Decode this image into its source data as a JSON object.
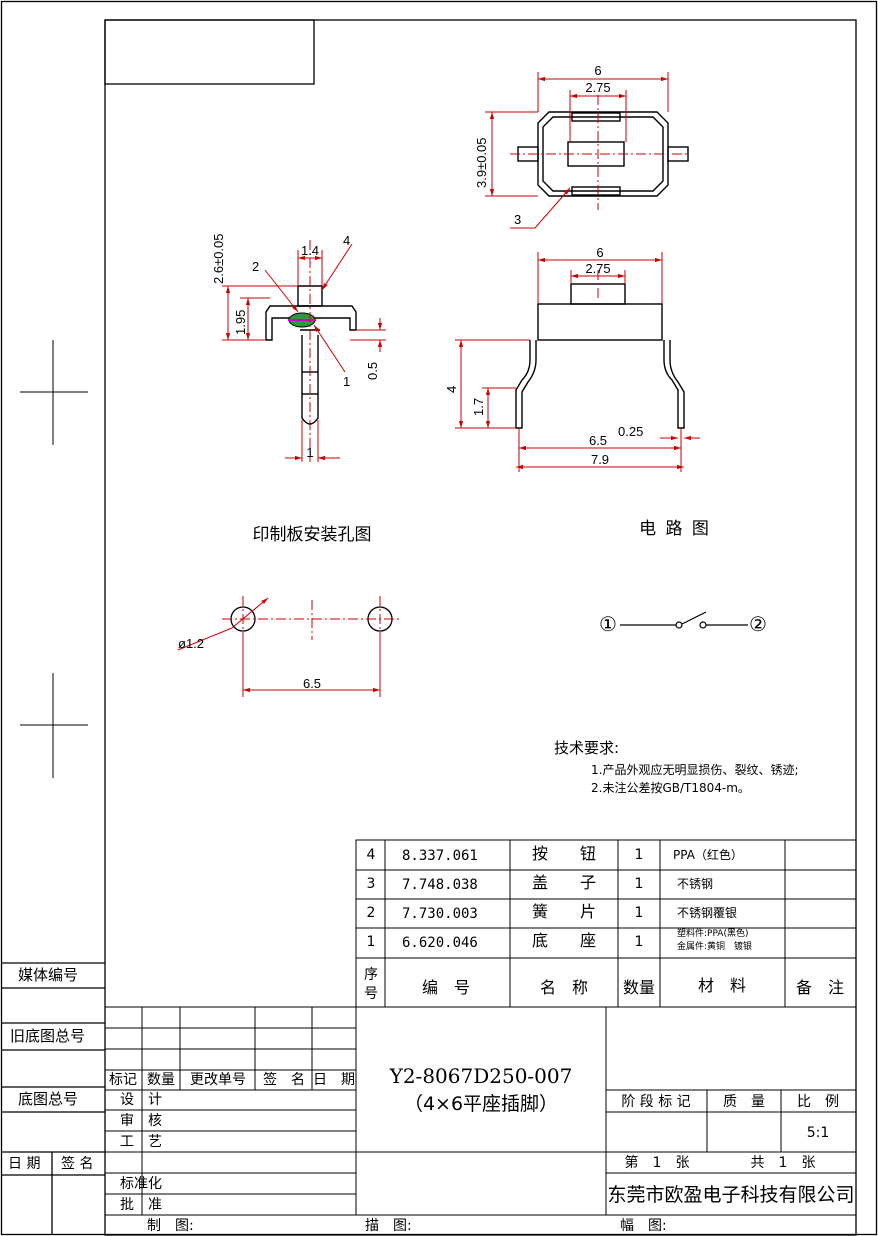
{
  "views": {
    "top": {
      "dim_width": "6",
      "dim_inner": "2.75",
      "dim_height": "3.9±0.05",
      "callout_3": "3"
    },
    "side": {
      "dim_stem": "1.4",
      "dim_cap": "2.6±0.05",
      "dim_body": "1.95",
      "dim_pin": "0.5",
      "dim_pin_width": "1",
      "callout_1": "1",
      "callout_2": "2",
      "callout_4": "4"
    },
    "front": {
      "dim_width": "6",
      "dim_inner": "2.75",
      "dim_height": "4",
      "dim_leg": "1.7",
      "dim_pitch": "6.5",
      "dim_thick": "0.25",
      "dim_overall": "7.9"
    },
    "pcb_title": "印制板安装孔图",
    "circuit_title": "电 路 图",
    "pcb": {
      "dim_hole": "ø1.2",
      "dim_pitch": "6.5"
    },
    "circuit": {
      "node1": "①",
      "node2": "②"
    }
  },
  "tech": {
    "title": "技术要求:",
    "req1": "1.产品外观应无明显损伤、裂纹、锈迹;",
    "req2": "2.未注公差按GB/T1804-m。"
  },
  "bom": {
    "rows": [
      {
        "no": "4",
        "code": "8.337.061",
        "name": "按　　钮",
        "qty": "1",
        "material": "PPA（红色）"
      },
      {
        "no": "3",
        "code": "7.748.038",
        "name": "盖　　子",
        "qty": "1",
        "material": "不锈钢"
      },
      {
        "no": "2",
        "code": "7.730.003",
        "name": "簧　　片",
        "qty": "1",
        "material": "不锈钢覆银"
      },
      {
        "no": "1",
        "code": "6.620.046",
        "name": "底　　座",
        "qty": "1",
        "material_a": "塑料件:PPA(黑色)",
        "material_b": "金属件:黄铜　镀银"
      }
    ],
    "header": {
      "no_a": "序",
      "no_b": "号",
      "code": "编　号",
      "name": "名　称",
      "qty": "数量",
      "material": "材　料",
      "remark": "备　注"
    }
  },
  "title_block": {
    "part_no": "Y2-8067D250-007",
    "part_desc": "（4×6平座插脚）",
    "stage": "阶 段 标 记",
    "mass": "质　量",
    "scale_label": "比　例",
    "scale": "5:1",
    "sheet_no": "第　1　张",
    "sheet_total": "共　1　张",
    "company": "东莞市欧盈电子科技有限公司",
    "rev_headers": [
      "标记",
      "数量",
      "更改单号",
      "签　名",
      "日　期"
    ],
    "roles": [
      "设　计",
      "审　核",
      "工　艺",
      "标准化",
      "批　准"
    ],
    "bottom": {
      "drawn": "制　图:",
      "traced": "描　图:",
      "format": "幅　图:"
    }
  },
  "left_strip": {
    "media_no": "媒体编号",
    "old_base": "旧底图总号",
    "base": "底图总号",
    "date": "日 期",
    "sign": "签 名"
  }
}
